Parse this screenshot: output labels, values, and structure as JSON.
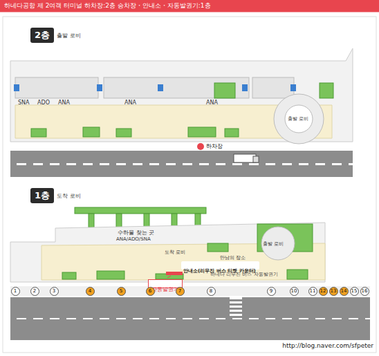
{
  "diagram": {
    "title": "하네다공항 제 2여객 터미널 하차장:2층 승차장・안내소・자동발권기:1층",
    "caption": "http://blog.naver.com/sfpeter",
    "nodes": [
      {
        "text": [
          "2층",
          "출발 로비"
        ]
      },
      {
        "text": [
          "1층",
          "도착 로비"
        ]
      },
      {
        "text": [
          "안내소(리무진 버스 티켓 카운터)"
        ]
      },
      {
        "text": [
          "자동발권기"
        ]
      },
      {
        "text": [
          "1"
        ]
      },
      {
        "text": [
          "2"
        ]
      },
      {
        "text": [
          "3"
        ]
      },
      {
        "text": [
          "4"
        ]
      },
      {
        "text": [
          "5"
        ]
      },
      {
        "text": [
          "6"
        ]
      },
      {
        "text": [
          "7"
        ]
      },
      {
        "text": [
          "8"
        ]
      },
      {
        "text": [
          "9"
        ]
      },
      {
        "text": [
          "10"
        ]
      },
      {
        "text": [
          "11"
        ]
      },
      {
        "text": [
          "12"
        ]
      },
      {
        "text": [
          "13"
        ]
      },
      {
        "text": [
          "14"
        ]
      },
      {
        "text": [
          "15"
        ]
      },
      {
        "text": [
          "16"
        ]
      }
    ],
    "labels": [
      "SNA",
      "ADO",
      "ANA",
      "ANA",
      "ANA",
      "출발 로비",
      "하차장",
      "수하물 찾는 곳",
      "ANA/ADO/SNA",
      "도착 로비",
      "만남의 장소",
      "출발 로비",
      "하네다 리무진 버스 자동발권기"
    ]
  }
}
